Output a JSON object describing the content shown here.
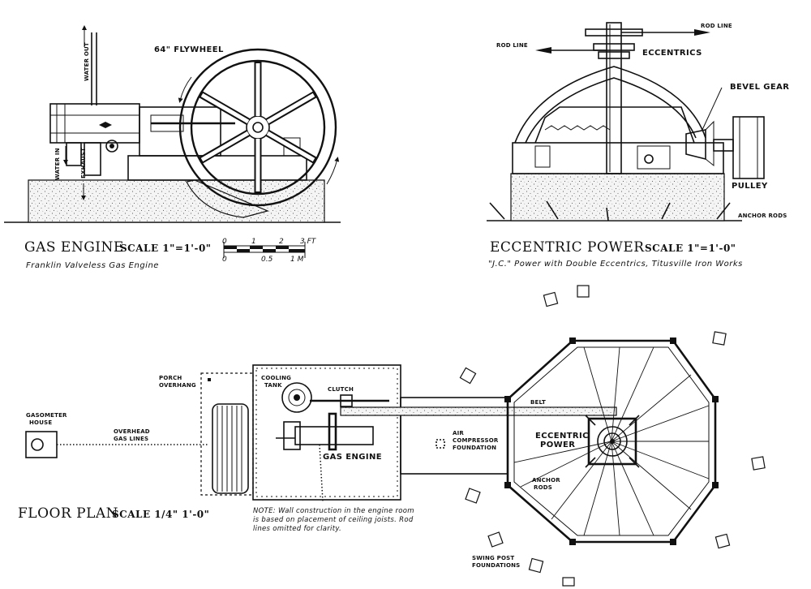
{
  "gas_engine": {
    "title": "GAS ENGINE",
    "scale": "SCALE 1\"=1'-0\"",
    "subtitle": "Franklin Valveless Gas Engine",
    "labels": {
      "flywheel": "64\" FLYWHEEL",
      "water_out": "WATER OUT",
      "water_in": "WATER IN",
      "exhaust": "EXHAUST"
    },
    "scale_bar": {
      "feet_ticks": [
        "0",
        "1",
        "2",
        "3 FT"
      ],
      "meter_ticks": [
        "0",
        "0.5",
        "1 M"
      ]
    }
  },
  "eccentric_power": {
    "title": "ECCENTRIC POWER",
    "scale": "SCALE 1\"=1'-0\"",
    "subtitle": "\"J.C.\" Power with Double Eccentrics, Titusville Iron Works",
    "labels": {
      "rod_line_left": "ROD LINE",
      "rod_line_right": "ROD LINE",
      "eccentrics": "ECCENTRICS",
      "bevel_gear": "BEVEL GEAR",
      "pulley": "PULLEY",
      "anchor_rods": "ANCHOR RODS"
    }
  },
  "floor_plan": {
    "title": "FLOOR PLAN",
    "scale": "SCALE 1/4\" 1'-0\"",
    "labels": {
      "porch_overhang_1": "PORCH",
      "porch_overhang_2": "OVERHANG",
      "gasometer_1": "GASOMETER",
      "gasometer_2": "HOUSE",
      "overhead_1": "OVERHEAD",
      "overhead_2": "GAS LINES",
      "cooling_1": "COOLING",
      "cooling_2": "TANK",
      "clutch": "CLUTCH",
      "gas_engine": "GAS ENGINE",
      "air_1": "AIR",
      "air_2": "COMPRESSOR",
      "air_3": "FOUNDATION",
      "belt": "BELT",
      "eccentric_1": "ECCENTRIC",
      "eccentric_2": "POWER",
      "anchor_1": "ANCHOR",
      "anchor_2": "RODS",
      "swing_1": "SWING POST",
      "swing_2": "FOUNDATIONS"
    },
    "note": [
      "NOTE:  Wall construction in the engine room",
      "is based on placement of ceiling joists. Rod",
      "lines omitted for clarity."
    ]
  }
}
